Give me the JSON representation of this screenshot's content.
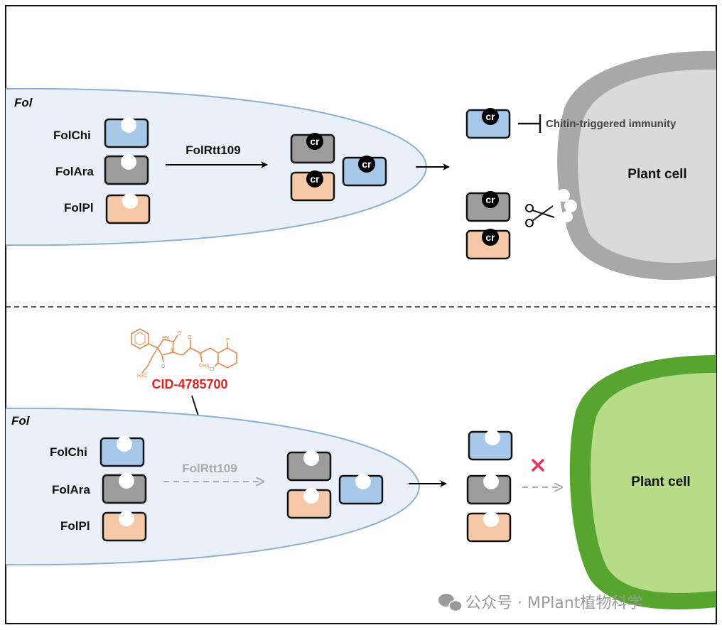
{
  "colors": {
    "fungus_fill": "#e9f0f7",
    "fungus_stroke": "#8eb1d2",
    "chi": "#a7c8e8",
    "ara": "#9c9c9c",
    "pl": "#f5c8a8",
    "plant_gray_wall": "#a8a8a8",
    "plant_gray_inner": "#dadada",
    "plant_green_wall": "#57a52f",
    "plant_green_inner": "#b6dc88",
    "compound": "#e08a4f",
    "compound_label": "#e81e1e",
    "blocked_x": "#e8315a"
  },
  "top": {
    "organism": "Fol",
    "proteins": [
      "FolChi",
      "FolAra",
      "FolPl"
    ],
    "enzyme": "FolRtt109",
    "modification": "cr",
    "effect": "Chitin-triggered immunity",
    "plant": "Plant cell",
    "icons": [
      "inhibition-arrow",
      "scissors-icon"
    ]
  },
  "bottom": {
    "organism": "Fol",
    "proteins": [
      "FolChi",
      "FolAra",
      "FolPl"
    ],
    "enzyme": "FolRtt109",
    "compound": "CID-4785700",
    "compound_atoms": {
      "nh": "HN",
      "o1": "O",
      "o2": "O",
      "o3": "O",
      "n1": "N",
      "n2": "N",
      "ch3": "CH3",
      "h3c": "H3C",
      "f": "F",
      "cl": "Cl"
    },
    "plant": "Plant cell",
    "icons": [
      "blocked-x-icon"
    ]
  },
  "watermark": "公众号 · MPlant植物科学"
}
